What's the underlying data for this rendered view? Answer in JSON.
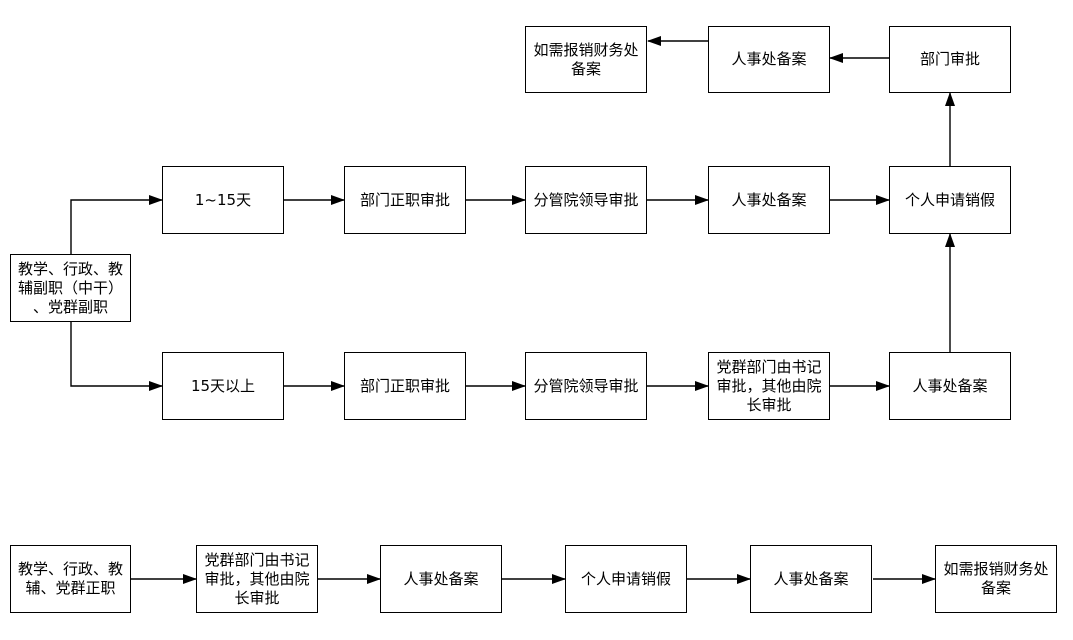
{
  "diagram": {
    "type": "flowchart",
    "background": "#ffffff",
    "line_color": "#000000",
    "text_color": "#000000",
    "nodes": [
      {
        "id": "top-finance-record",
        "label": "如需报销财务处\n备案"
      },
      {
        "id": "top-hr-record",
        "label": "人事处备案"
      },
      {
        "id": "top-dept-approval",
        "label": "部门审批"
      },
      {
        "id": "r1-duration-1-15-days",
        "label": "1~15天"
      },
      {
        "id": "r1-dept-head-approval",
        "label": "部门正职审批"
      },
      {
        "id": "r1-vp-approval",
        "label": "分管院领导审批"
      },
      {
        "id": "r1-hr-record",
        "label": "人事处备案"
      },
      {
        "id": "r1-personal-cancel-leave",
        "label": "个人申请销假"
      },
      {
        "id": "scope-deputy",
        "label": "教学、行政、教\n辅副职（中干）\n、党群副职"
      },
      {
        "id": "r2-duration-over-15-days",
        "label": "15天以上"
      },
      {
        "id": "r2-dept-head-approval",
        "label": "部门正职审批"
      },
      {
        "id": "r2-vp-approval",
        "label": "分管院领导审批"
      },
      {
        "id": "r2-party-secretary-approval",
        "label": "党群部门由书记\n审批，其他由院\n长审批"
      },
      {
        "id": "r2-hr-record",
        "label": "人事处备案"
      },
      {
        "id": "bottom-scope-principal",
        "label": "教学、行政、教\n辅、党群正职"
      },
      {
        "id": "bottom-party-secretary-approval",
        "label": "党群部门由书记\n审批，其他由院\n长审批"
      },
      {
        "id": "bottom-hr-record-1",
        "label": "人事处备案"
      },
      {
        "id": "bottom-personal-cancel-leave",
        "label": "个人申请销假"
      },
      {
        "id": "bottom-hr-record-2",
        "label": "人事处备案"
      },
      {
        "id": "bottom-finance-record",
        "label": "如需报销财务处\n备案"
      }
    ],
    "edges": [
      {
        "from": "scope-deputy",
        "to": "r1-duration-1-15-days"
      },
      {
        "from": "scope-deputy",
        "to": "r2-duration-over-15-days"
      },
      {
        "from": "r1-duration-1-15-days",
        "to": "r1-dept-head-approval"
      },
      {
        "from": "r1-dept-head-approval",
        "to": "r1-vp-approval"
      },
      {
        "from": "r1-vp-approval",
        "to": "r1-hr-record"
      },
      {
        "from": "r1-hr-record",
        "to": "r1-personal-cancel-leave"
      },
      {
        "from": "r2-duration-over-15-days",
        "to": "r2-dept-head-approval"
      },
      {
        "from": "r2-dept-head-approval",
        "to": "r2-vp-approval"
      },
      {
        "from": "r2-vp-approval",
        "to": "r2-party-secretary-approval"
      },
      {
        "from": "r2-party-secretary-approval",
        "to": "r2-hr-record"
      },
      {
        "from": "r2-hr-record",
        "to": "r1-personal-cancel-leave"
      },
      {
        "from": "r1-personal-cancel-leave",
        "to": "top-dept-approval"
      },
      {
        "from": "top-dept-approval",
        "to": "top-hr-record"
      },
      {
        "from": "top-hr-record",
        "to": "top-finance-record"
      },
      {
        "from": "bottom-scope-principal",
        "to": "bottom-party-secretary-approval"
      },
      {
        "from": "bottom-party-secretary-approval",
        "to": "bottom-hr-record-1"
      },
      {
        "from": "bottom-hr-record-1",
        "to": "bottom-personal-cancel-leave"
      },
      {
        "from": "bottom-personal-cancel-leave",
        "to": "bottom-hr-record-2"
      },
      {
        "from": "bottom-hr-record-2",
        "to": "bottom-finance-record"
      }
    ]
  }
}
